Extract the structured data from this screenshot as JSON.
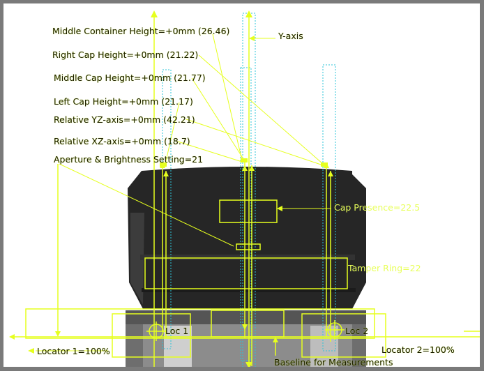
{
  "measurements": [
    {
      "label": "Middle Container Height=+0mm (26.46)"
    },
    {
      "label": "Right Cap Height=+0mm (21.22)"
    },
    {
      "label": "Middle Cap Height=+0mm (21.77)"
    },
    {
      "label": "Left Cap Height=+0mm (21.17)"
    },
    {
      "label": "Relative YZ-axis=+0mm (42.21)"
    },
    {
      "label": "Relative XZ-axis=+0mm (18.7)"
    },
    {
      "label": "Aperture & Brightness Setting=21"
    }
  ],
  "y_axis_label": "Y-axis",
  "cap_presence_label": "Cap Presence=22.5",
  "tamper_ring_label": "Tamper Ring=22",
  "loc1_label": "Loc 1",
  "loc2_label": "Loc 2",
  "locator1_label": "Locator 1=100%",
  "locator2_label": "Locator 2=100%",
  "baseline_label": "Baseline for Measurements",
  "colors": {
    "overlay": "#e6ff1e",
    "guide": "#2ec4d8",
    "cap": "#262626"
  }
}
